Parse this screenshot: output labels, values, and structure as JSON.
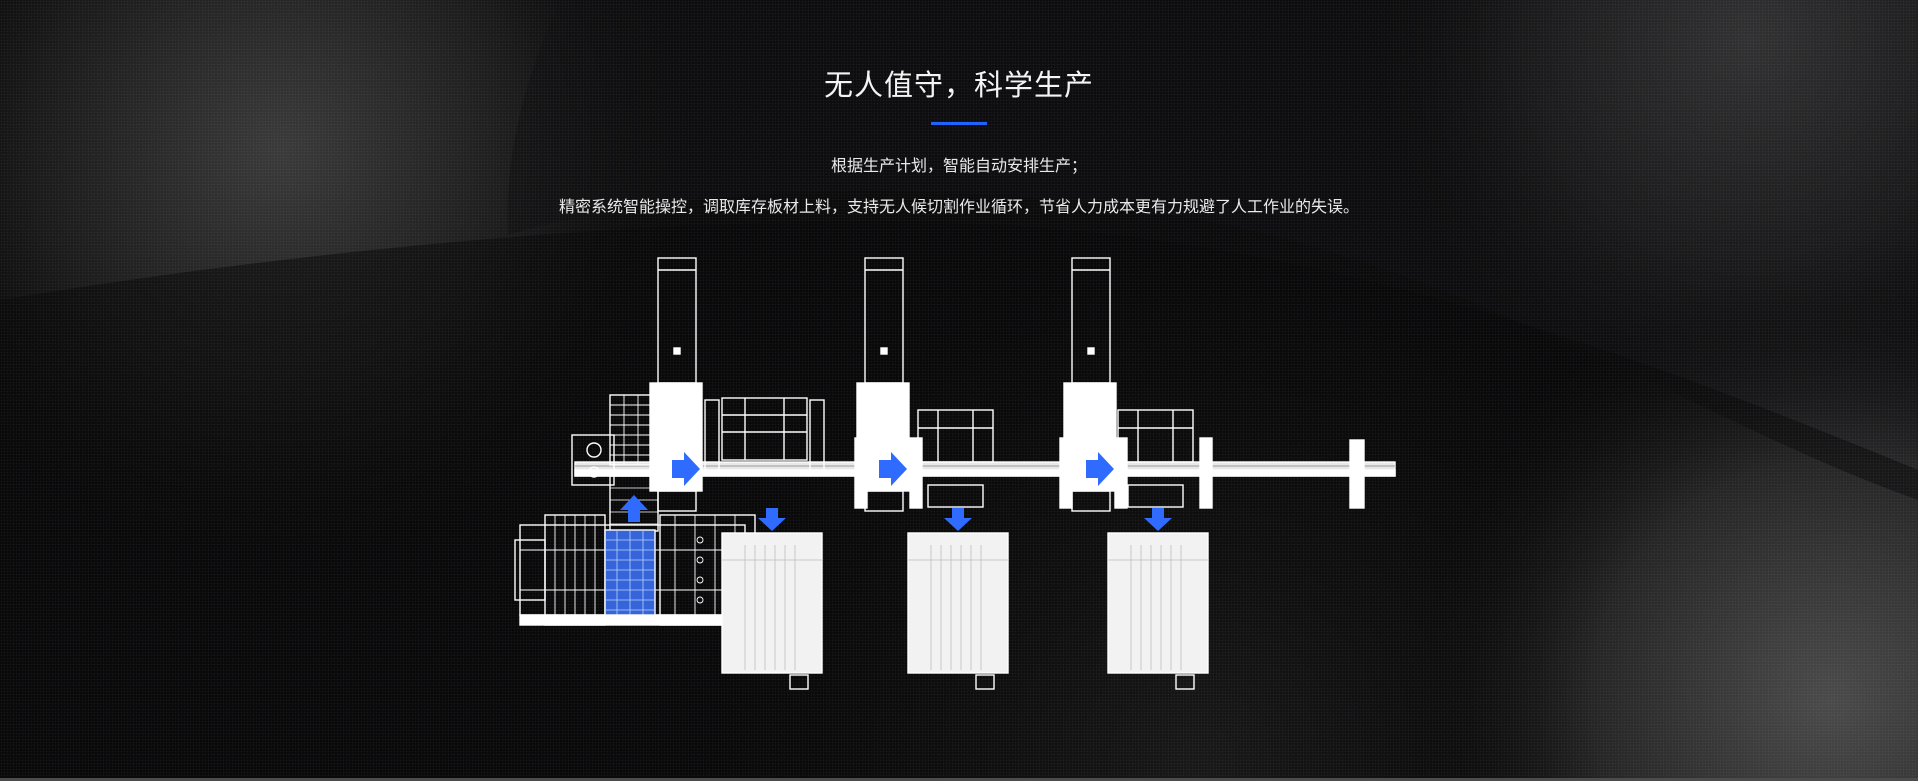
{
  "section": {
    "title": "无人值守，科学生产",
    "line1": "根据生产计划，智能自动安排生产；",
    "line2": "精密系统智能操控，调取库存板材上料，支持无人候切割作业循环，节省人力成本更有力规避了人工作业的失误。"
  },
  "colors": {
    "accent": "#1e63ff",
    "background": "#0b0b0c",
    "line_art": "#ffffff"
  },
  "illustration": {
    "name": "automated-cutting-production-line",
    "icons": [
      "right-arrow-icon",
      "down-arrow-icon",
      "up-arrow-icon"
    ]
  }
}
